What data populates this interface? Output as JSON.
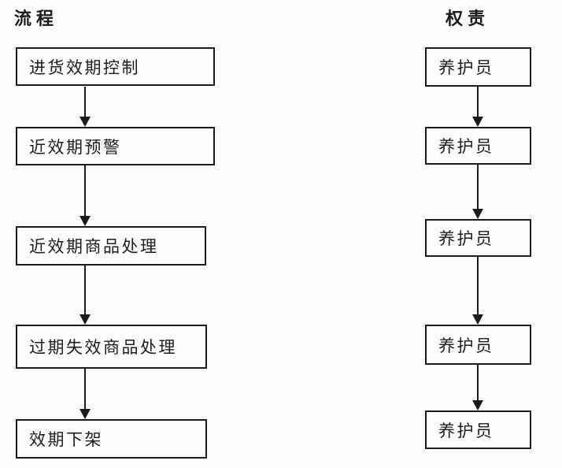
{
  "diagram": {
    "type": "flowchart",
    "columns": {
      "process": {
        "header": "流程",
        "steps": [
          "进货效期控制",
          "近效期预警",
          "近效期商品处理",
          "过期失效商品处理",
          "效期下架"
        ]
      },
      "responsibility": {
        "header": "权责",
        "steps": [
          "养护员",
          "养护员",
          "养护员",
          "养护员",
          "养护员"
        ]
      }
    },
    "colors": {
      "background": "#fcfcfc",
      "box_border": "#1b1b1b",
      "text": "#1d1d1d",
      "arrow": "#1b1b1b"
    }
  }
}
